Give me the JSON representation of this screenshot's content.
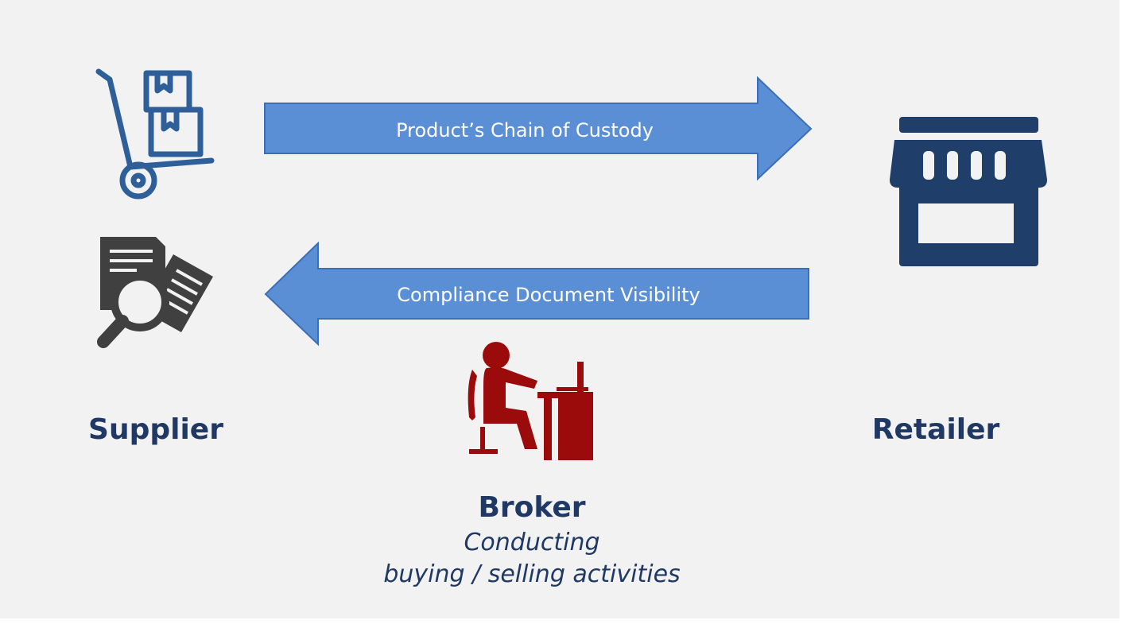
{
  "colors": {
    "background": "#f2f2f2",
    "arrow_fill": "#5b8fd5",
    "arrow_stroke": "#3c6fb4",
    "supplier_icon": "#2e5f99",
    "retailer_icon": "#1f3e6a",
    "broker_icon": "#9c0b0b",
    "document_icon": "#404040",
    "label_text": "#1f3864"
  },
  "flows": {
    "forward_label": "Product’s Chain of Custody",
    "backward_label": "Compliance Document Visibility"
  },
  "roles": {
    "supplier": {
      "name": "Supplier",
      "icons": [
        "hand-truck-boxes-icon",
        "document-search-icon"
      ]
    },
    "retailer": {
      "name": "Retailer",
      "icons": [
        "storefront-icon"
      ]
    },
    "broker": {
      "name": "Broker",
      "description_line1": "Conducting",
      "description_line2": "buying / selling activities",
      "icons": [
        "person-at-desk-icon"
      ]
    }
  }
}
